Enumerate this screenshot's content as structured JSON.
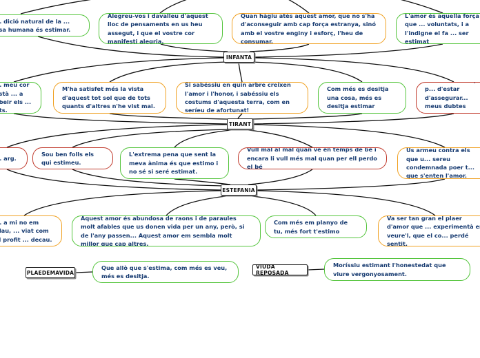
{
  "topics": {
    "infanta": "INFANTA",
    "tirant": "TIRANT",
    "estefania": "ESTEFANIA",
    "plaerdemavida": "PLAEDEMAVIDA",
    "viuda": "VIUDA REPOSADA"
  },
  "nodes": {
    "r1_a": "... dició natural de la ... esa humana és estimar.",
    "r1_b": "Alegreu-vos i davalleu d'aquest lloc de pensaments en us heu assegut, i que el vostre cor manifesti alegria.",
    "r1_c": "Quan hàgiu atès aquest amor, que no s'ha d'aconseguir amb cap força estranya, sinó amb el vostre enginy i esforç, l'heu de consumar.",
    "r1_d": "L'amor és aquella força que ... voluntats, i a l'indigne el fa ... ser estimat",
    "r2_a": "... meu cor està ... a obeir els ... nts.",
    "r2_b": "M'ha satisfet més la vista d'aquest tot sol que de tots quants d'altres n'he vist mai.",
    "r2_c": "Si sabéssiu en quin arbre creixen l'amor i l'honor, i sabéssiu els costums d'aquesta terra, com en seríeu de afortunat!",
    "r2_d": "Com més es desitja una cosa, més es desitja estimar",
    "r2_e": "Si tu m'estimes, p... d'estar d'assegurar... meus dubtes futur...",
    "r3_a": "... arg.",
    "r3_b": "Sou ben folls els qui estimeu.",
    "r3_c": "L'extrema pena que sent la meva ànima és que estimo i no sé si seré estimat.",
    "r3_d": "Vull mal al mal quan ve en temps de bé i encara li vull més mal quan per ell perdo el bé",
    "r3_e": "Us armeu contra els que u... sereu condemnada poer t... que s'enten l'amor.",
    "r4_a": "... a mi no em plau, ... viat com el profit ... decau.",
    "r4_b": "Aquest amor és abundosa de raons i de paraules molt afables que us donen vida per un any, però, si de l'any passen... Aquest amor em sembla molt millor que cap altres.",
    "r4_c": "Com més em planyo de tu, més fort t'estimo",
    "r4_d": "Va ser tan gran el plaer d'amor que ... experimentà en veure'l, que el co... perdé sentit.",
    "r5_a": "Que allò que s'estima, com més es veu, més es desitja.",
    "r5_b": "Moríssiu estimant l'honestedat que viure vergonyosament."
  },
  "colors": {
    "red": "#c0392b",
    "green": "#52c43a",
    "orange": "#f0a020",
    "text": "#163a70",
    "line": "#111111"
  }
}
